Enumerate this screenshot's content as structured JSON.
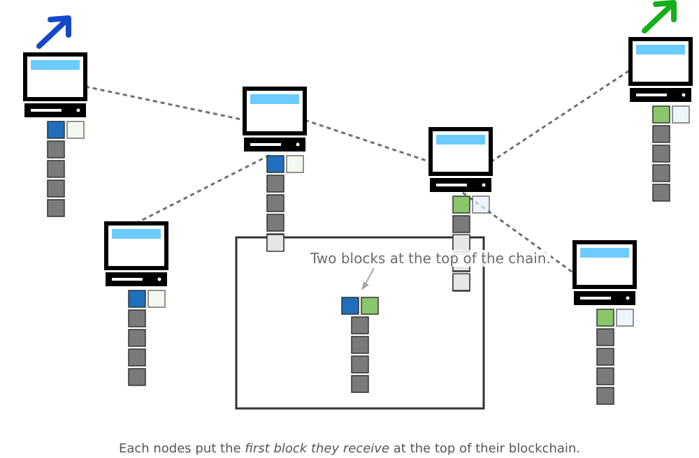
{
  "callout_text": "Two blocks at the top of the chain.",
  "caption": {
    "before": "Each nodes put the ",
    "emphasis": "first block they receive",
    "after": " at the top of their blockchain."
  },
  "colors": {
    "blue_block": "#1f6fbd",
    "green_block": "#8bc66b",
    "chain_block": "#7a7a7a",
    "screen": "#6ccbff",
    "dashed_line": "#707070",
    "blue_arrow": "#1448c8",
    "green_arrow": "#15b01a"
  },
  "nodes": [
    {
      "name": "node-top-left",
      "top_block": "blue",
      "chain_length": 4,
      "pending_ghost": true,
      "arrow": "blue"
    },
    {
      "name": "node-top-middle",
      "top_block": "blue",
      "chain_length": 4,
      "pending_ghost": true,
      "arrow": null
    },
    {
      "name": "node-left",
      "top_block": "blue",
      "chain_length": 4,
      "pending_ghost": true,
      "arrow": null
    },
    {
      "name": "node-middle-right",
      "top_block": "green",
      "chain_length": 4,
      "pending_ghost": true,
      "arrow": null
    },
    {
      "name": "node-top-right",
      "top_block": "green",
      "chain_length": 4,
      "pending_ghost": true,
      "arrow": "green"
    },
    {
      "name": "node-bottom-right",
      "top_block": "green",
      "chain_length": 4,
      "pending_ghost": true,
      "arrow": null
    }
  ],
  "zoom_chain": {
    "top_blocks": [
      "blue",
      "green"
    ],
    "chain_length": 4
  }
}
